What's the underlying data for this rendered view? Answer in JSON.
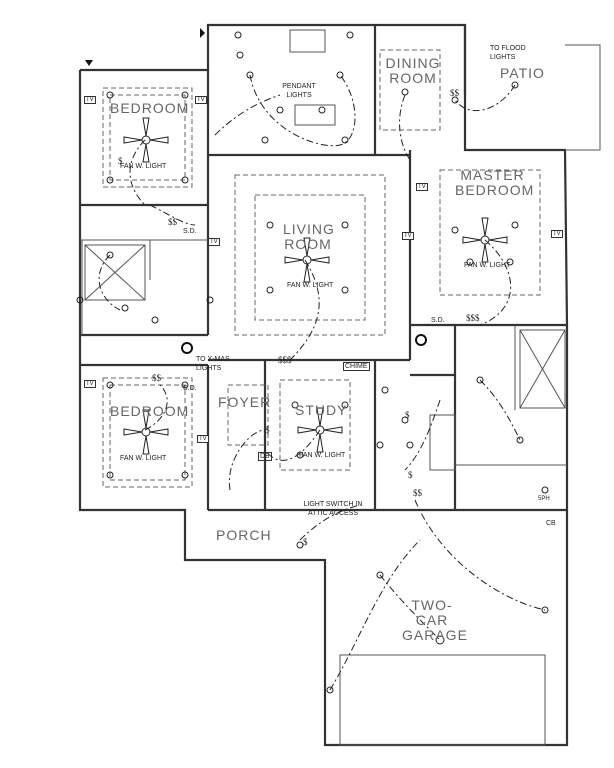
{
  "rooms": {
    "bedroom_1": "BEDROOM",
    "bedroom_2": "BEDROOM",
    "dining": "DINING ROOM",
    "patio": "PATIO",
    "master": "MASTER BEDROOM",
    "living": "LIVING ROOM",
    "foyer": "FOYER",
    "study": "STUDY",
    "porch": "PORCH",
    "garage": "TWO-CAR GARAGE"
  },
  "notes": {
    "flood": "TO FLOOD LIGHTS",
    "pendant": "PENDANT LIGHTS",
    "xmas": "TO X-MAS LIGHTS",
    "attic": "LIGHT SWITCH IN ATTIC ACCESS",
    "chime": "CHIME",
    "fan": "FAN W. LIGHT",
    "sd": "S.D.",
    "db": "DB",
    "cb": "CB",
    "tv": "TV",
    "switch": "$",
    "switch3": "$$",
    "switch_group": "$$$",
    "ups": "5PH"
  },
  "colors": {
    "line": "#333333",
    "label": "#666666"
  }
}
